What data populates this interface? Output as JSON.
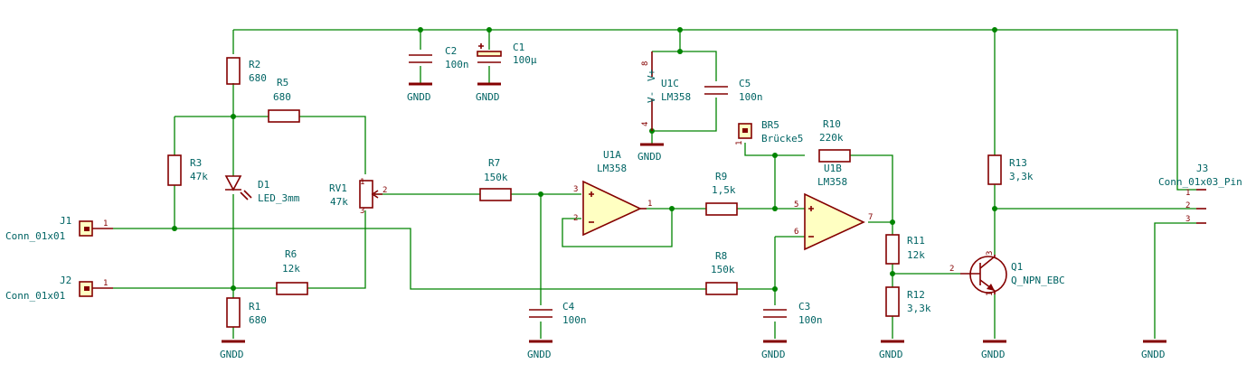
{
  "labels": {
    "r2_ref": "R2",
    "r2_val": "680",
    "r5_ref": "R5",
    "r5_val": "680",
    "r3_ref": "R3",
    "r3_val": "47k",
    "d1_ref": "D1",
    "d1_val": "LED_3mm",
    "rv1_ref": "RV1",
    "rv1_val": "47k",
    "r6_ref": "R6",
    "r6_val": "12k",
    "r1_ref": "R1",
    "r1_val": "680",
    "j1_ref": "J1",
    "j1_val": "Conn_01x01",
    "j2_ref": "J2",
    "j2_val": "Conn_01x01",
    "c2_ref": "C2",
    "c2_val": "100n",
    "c1_ref": "C1",
    "c1_val": "100µ",
    "u1c_ref": "U1C",
    "u1c_val": "LM358",
    "u1c_vplus": "V+",
    "u1c_vminus": "V-",
    "c5_ref": "C5",
    "c5_val": "100n",
    "r7_ref": "R7",
    "r7_val": "150k",
    "u1a_ref": "U1A",
    "u1a_val": "LM358",
    "c4_ref": "C4",
    "c4_val": "100n",
    "br5_ref": "BR5",
    "br5_val": "Brücke5",
    "r10_ref": "R10",
    "r10_val": "220k",
    "r9_ref": "R9",
    "r9_val": "1,5k",
    "u1b_ref": "U1B",
    "u1b_val": "LM358",
    "r8_ref": "R8",
    "r8_val": "150k",
    "c3_ref": "C3",
    "c3_val": "100n",
    "r11_ref": "R11",
    "r11_val": "12k",
    "r12_ref": "R12",
    "r12_val": "3,3k",
    "r13_ref": "R13",
    "r13_val": "3,3k",
    "q1_ref": "Q1",
    "q1_val": "Q_NPN_EBC",
    "j3_ref": "J3",
    "j3_val": "Conn_01x03_Pin",
    "gnd": "GNDD"
  },
  "pins": {
    "p1": "1",
    "p2": "2",
    "p3": "3",
    "p4": "4",
    "p5": "5",
    "p6": "6",
    "p7": "7",
    "p8": "8"
  },
  "colors": {
    "wire": "#008400",
    "component": "#840000",
    "text": "#006464",
    "fill": "#ffffc2",
    "background": "#ffffff"
  }
}
